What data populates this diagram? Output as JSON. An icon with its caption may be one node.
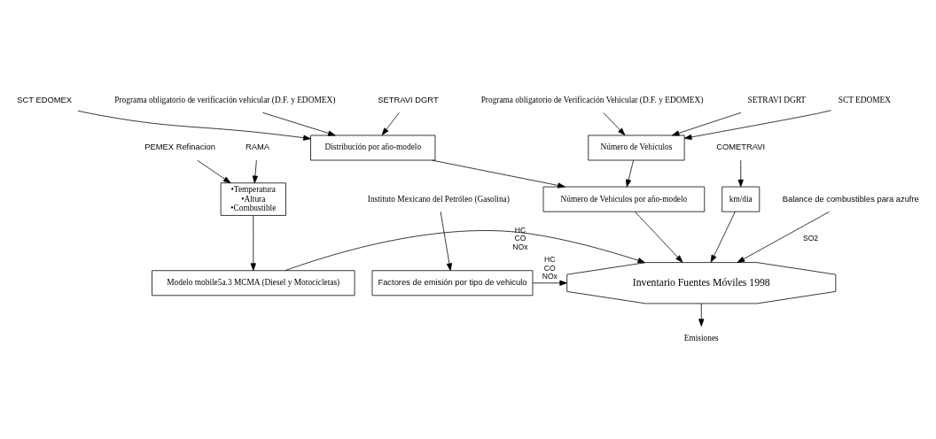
{
  "diagram": {
    "nodes": [
      {
        "text": [
          "Programa obligatorio de Verificación Vehicular (D.F. y EDOMEX)"
        ]
      },
      {
        "text": [
          "Programa obligatorio de verificación vehicular (D.F. y EDOMEX)"
        ]
      },
      {
        "text": [
          "SETRAVI DGRT"
        ]
      },
      {
        "text": [
          "Número de Vehiculos"
        ]
      },
      {
        "text": [
          "Distribución por año-modelo"
        ]
      },
      {
        "text": [
          "SETRAVI DGRT"
        ]
      },
      {
        "text": [
          "SCT EDOMEX"
        ]
      },
      {
        "text": [
          "Número de Vehiculos por año-modelo"
        ]
      },
      {
        "text": [
          "SCT EDOMEX"
        ]
      },
      {
        "text": [
          "Balance de combustibles para azufre"
        ]
      },
      {
        "text": [
          "Instituto Mexicano del Petróleo (Gasolina)"
        ]
      },
      {
        "text": [
          "Modelo mobile5a.3 MCMA (Diesel y Motocicletas)"
        ]
      },
      {
        "text": [
          "Inventario Fuentes Móviles 1998"
        ]
      },
      {
        "text": [
          "Factores de emisión por tipo de vehiculo"
        ]
      },
      {
        "text": [
          "km/dia"
        ]
      },
      {
        "text": [
          "RAMA"
        ]
      },
      {
        "text": [
          "•Temperatura",
          "•Altura",
          "•Combustible"
        ]
      },
      {
        "text": [
          "PEMEX Refinacion"
        ]
      },
      {
        "text": [
          "COMETRAVI"
        ]
      },
      {
        "text": [
          "Emisiones"
        ]
      }
    ],
    "edges": [
      {
        "from": 0,
        "to": 3,
        "arrow": "to"
      },
      {
        "from": 1,
        "to": 4,
        "arrow": "to"
      },
      {
        "from": 2,
        "to": 3,
        "arrow": "to"
      },
      {
        "from": 5,
        "to": 4,
        "arrow": "to"
      },
      {
        "from": 6,
        "to": 3,
        "arrow": "to"
      },
      {
        "from": 8,
        "to": 4,
        "arrow": "to"
      },
      {
        "from": 3,
        "to": 7,
        "arrow": "to"
      },
      {
        "from": 4,
        "to": 7,
        "arrow": "to"
      },
      {
        "from": 7,
        "to": 12,
        "arrow": "to"
      },
      {
        "from": 9,
        "to": 12,
        "arrow": "to",
        "label": "SO2"
      },
      {
        "from": 10,
        "to": 13,
        "arrow": "to"
      },
      {
        "from": 11,
        "to": 12,
        "arrow": "to",
        "label": "HC CO NOx"
      },
      {
        "from": 13,
        "to": 12,
        "arrow": "to",
        "label": "HC CO NOx"
      },
      {
        "from": 14,
        "to": 12,
        "arrow": "to"
      },
      {
        "from": 18,
        "to": 14,
        "arrow": "to"
      },
      {
        "from": 15,
        "to": 16,
        "arrow": "to"
      },
      {
        "from": 17,
        "to": 16,
        "arrow": "to"
      },
      {
        "from": 16,
        "to": 11,
        "arrow": "to"
      },
      {
        "from": 12,
        "to": 19,
        "arrow": "to"
      }
    ]
  }
}
